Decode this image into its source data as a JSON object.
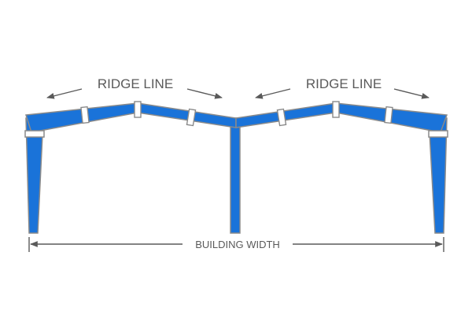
{
  "diagram": {
    "ridge_label_left": "RIDGE LINE",
    "ridge_label_right": "RIDGE LINE",
    "width_label": "BUILDING WIDTH"
  },
  "colors": {
    "frame_fill": "#1a73d9",
    "frame_outline": "#8a8a8a",
    "plate_fill": "#ffffff",
    "label_text": "#5a5a5a",
    "arrow": "#5a5a5a"
  }
}
